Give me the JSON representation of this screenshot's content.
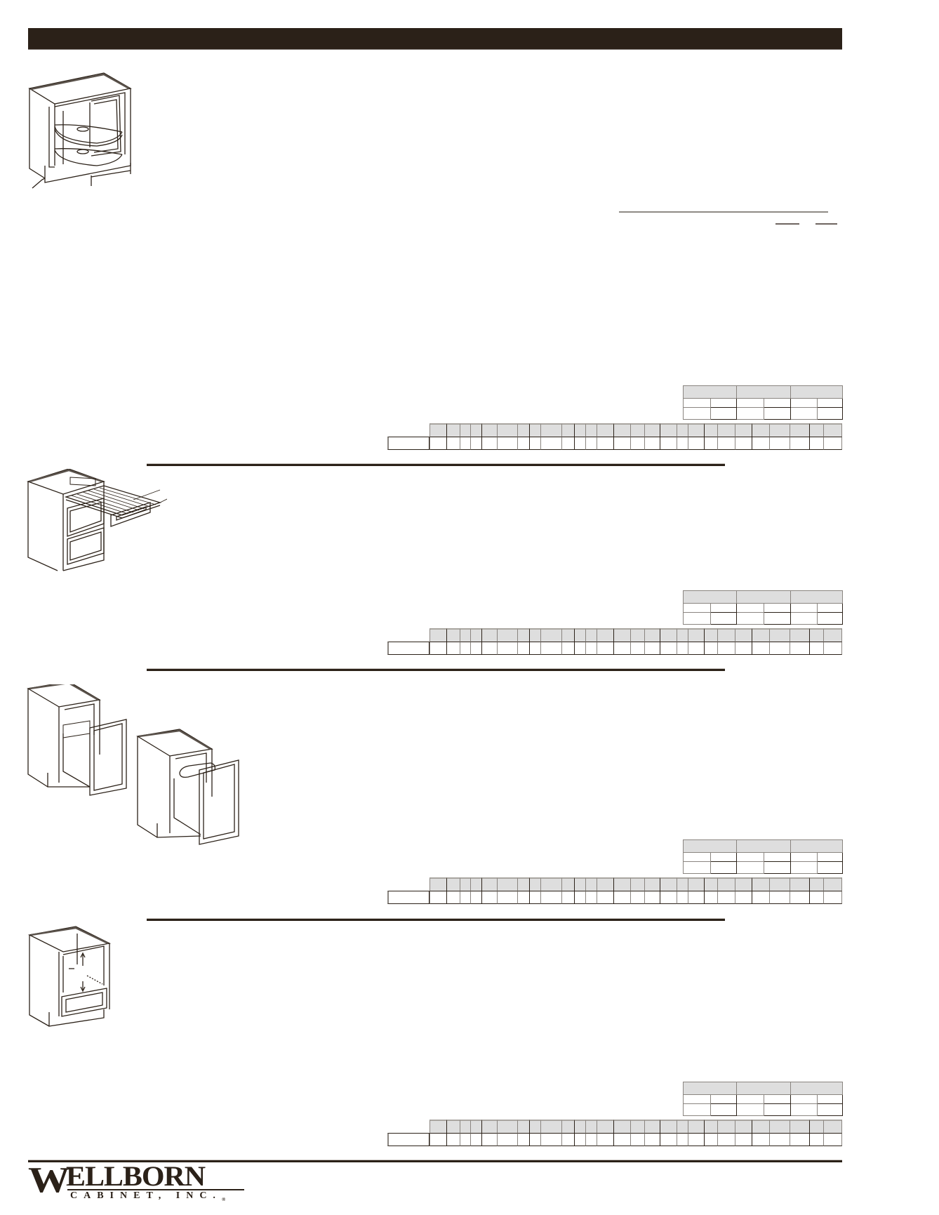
{
  "page": {
    "header_bar": {
      "color": "#2b2118"
    },
    "sections": [
      {
        "id": "section-1",
        "illustration": "base-cabinet-lazy-susan-icon",
        "small_table": {
          "header_cells": [
            "",
            "",
            ""
          ],
          "rows": [
            [
              "",
              "",
              "",
              "",
              "",
              ""
            ],
            [
              "",
              "",
              "",
              "",
              "",
              ""
            ]
          ]
        },
        "large_table": {
          "header_cells": 28,
          "row_label": "",
          "row_cells": 28
        }
      },
      {
        "id": "section-2",
        "illustration": "base-cabinet-pullout-cutting-board-icon",
        "small_table": {
          "header_cells": [
            "",
            "",
            ""
          ],
          "rows": [
            [
              "",
              "",
              "",
              "",
              "",
              ""
            ],
            [
              "",
              "",
              "",
              "",
              "",
              ""
            ]
          ]
        },
        "large_table": {
          "header_cells": 28,
          "row_label": "",
          "row_cells": 28
        }
      },
      {
        "id": "section-3",
        "illustration": "base-cabinet-waste-bin-pullout-icon",
        "small_table": {
          "header_cells": [
            "",
            "",
            ""
          ],
          "rows": [
            [
              "",
              "",
              "",
              "",
              "",
              ""
            ],
            [
              "",
              "",
              "",
              "",
              "",
              ""
            ]
          ]
        },
        "large_table": {
          "header_cells": 28,
          "row_label": "",
          "row_cells": 28
        }
      },
      {
        "id": "section-4",
        "illustration": "base-cabinet-microwave-drawer-icon",
        "small_table": {
          "header_cells": [
            "",
            "",
            ""
          ],
          "rows": [
            [
              "",
              "",
              "",
              "",
              "",
              ""
            ],
            [
              "",
              "",
              "",
              "",
              "",
              ""
            ]
          ]
        },
        "large_table": {
          "header_cells": 28,
          "row_label": "",
          "row_cells": 28
        }
      }
    ]
  },
  "footer": {
    "logo": {
      "initial": "W",
      "name_rest": "ELLBORN",
      "subtitle": "CABINET, INC.",
      "registered": "®",
      "color": "#2b2118"
    }
  }
}
